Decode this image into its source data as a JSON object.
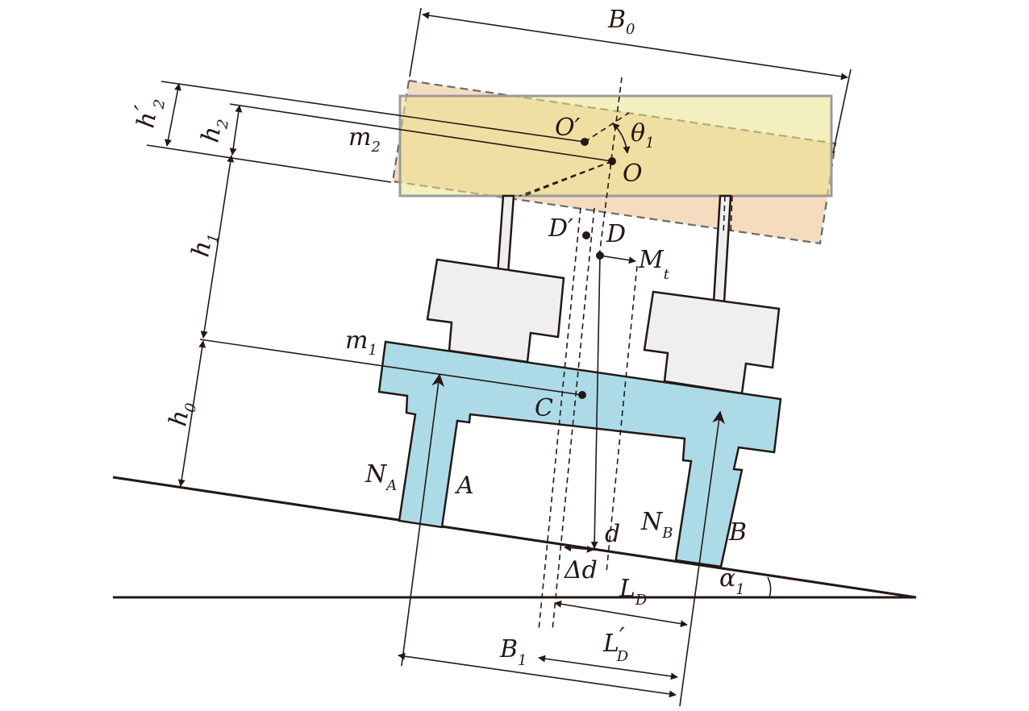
{
  "diagram": {
    "labels": {
      "B0_main": "B",
      "B0_sub": "0",
      "h2p_main": "h",
      "h2p_prime": "′",
      "h2p_sub": "2",
      "h2_main": "h",
      "h2_sub": "2",
      "m2_main": "m",
      "m2_sub": "2",
      "Op": "O′",
      "O": "O",
      "theta_main": "θ",
      "theta_sub": "1",
      "h1_main": "h",
      "h1_sub": "1",
      "Dp": "D′",
      "D": "D",
      "Mt_main": "M",
      "Mt_sub": "t",
      "m1_main": "m",
      "m1_sub": "1",
      "h0_main": "h",
      "h0_sub": "0",
      "C": "C",
      "NA_main": "N",
      "NA_sub": "A",
      "A": "A",
      "NB_main": "N",
      "NB_sub": "B",
      "B": "B",
      "d": "d",
      "delta_d": "Δd",
      "LD_main": "L",
      "LD_sub": "D",
      "LDp_main": "L",
      "LDp_prime": "′",
      "LDp_sub": "D",
      "alpha_main": "α",
      "alpha_sub": "1",
      "B1_main": "B",
      "B1_sub": "1"
    },
    "colors": {
      "line": "#231815",
      "tilted_box_fill": "#f5dcbf",
      "upright_box_fill": "#ebe18a",
      "upright_box_stroke": "#9b9b9b",
      "mount_fill": "#efefef",
      "bench_fill": "#acdbe7"
    }
  }
}
